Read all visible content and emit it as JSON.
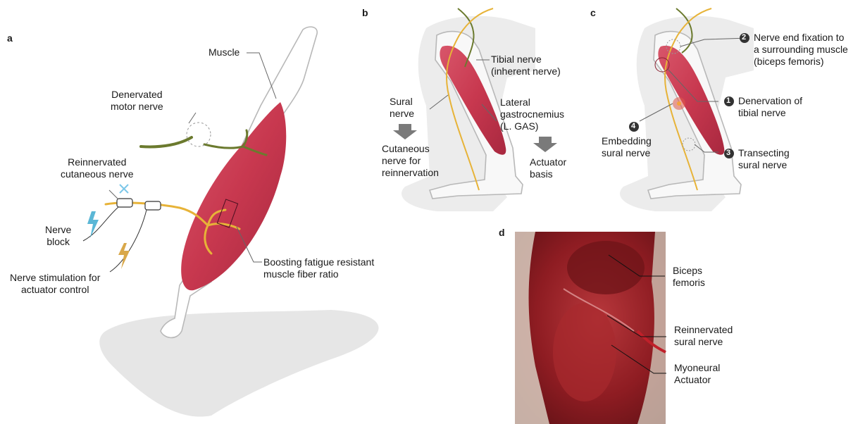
{
  "panels": {
    "a": {
      "letter": "a",
      "labels": {
        "muscle": "Muscle",
        "denervated_line1": "Denervated",
        "denervated_line2": "motor nerve",
        "reinnervated_line1": "Reinnervated",
        "reinnervated_line2": "cutaneous nerve",
        "block_line1": "Nerve",
        "block_line2": "block",
        "stim_line1": "Nerve stimulation for",
        "stim_line2": "actuator control",
        "boost_line1": "Boosting fatigue resistant",
        "boost_line2": "muscle fiber ratio"
      }
    },
    "b": {
      "letter": "b",
      "labels": {
        "tibial_line1": "Tibial nerve",
        "tibial_line2": "(inherent nerve)",
        "sural_line1": "Sural",
        "sural_line2": "nerve",
        "lateral_line1": "Lateral",
        "lateral_line2": "gastrocnemius",
        "lateral_line3": "(L. GAS)",
        "cutaneous_line1": "Cutaneous",
        "cutaneous_line2": "nerve for",
        "cutaneous_line3": "reinnervation",
        "actuator_line1": "Actuator",
        "actuator_line2": "basis"
      }
    },
    "c": {
      "letter": "c",
      "steps": [
        {
          "number": "1",
          "line1": "Denervation of",
          "line2": "tibial nerve"
        },
        {
          "number": "2",
          "line1": "Nerve end fixation to",
          "line2": "a surrounding muscle",
          "line3": "(biceps femoris)"
        },
        {
          "number": "3",
          "line1": "Transecting",
          "line2": "sural nerve"
        },
        {
          "number": "4",
          "line1": "Embedding",
          "line2": "sural nerve"
        }
      ]
    },
    "d": {
      "letter": "d",
      "labels": {
        "biceps_line1": "Biceps",
        "biceps_line2": "femoris",
        "reinn_line1": "Reinnervated",
        "reinn_line2": "sural nerve",
        "myo_line1": "Myoneural",
        "myo_line2": "Actuator"
      }
    }
  },
  "colors": {
    "muscle": "#c8384f",
    "nerve_yellow": "#e7b338",
    "nerve_olive": "#6b7a2e",
    "bone_outline": "#b8b8b8",
    "shadow": "#e6e6e6",
    "block_bolt": "#5bb7d6",
    "stim_bolt": "#d9a84a"
  }
}
